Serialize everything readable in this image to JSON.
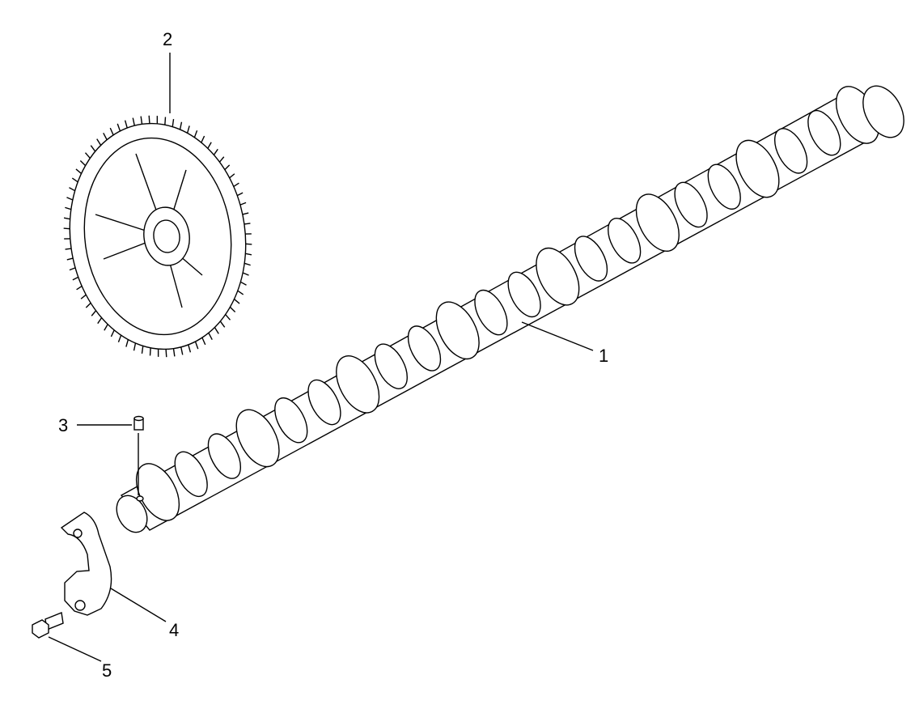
{
  "callouts": [
    {
      "id": "1",
      "label": "1"
    },
    {
      "id": "2",
      "label": "2"
    },
    {
      "id": "3",
      "label": "3"
    },
    {
      "id": "4",
      "label": "4"
    },
    {
      "id": "5",
      "label": "5"
    }
  ],
  "colors": {
    "stroke": "#000000",
    "background": "#ffffff",
    "fill": "#ffffff"
  }
}
